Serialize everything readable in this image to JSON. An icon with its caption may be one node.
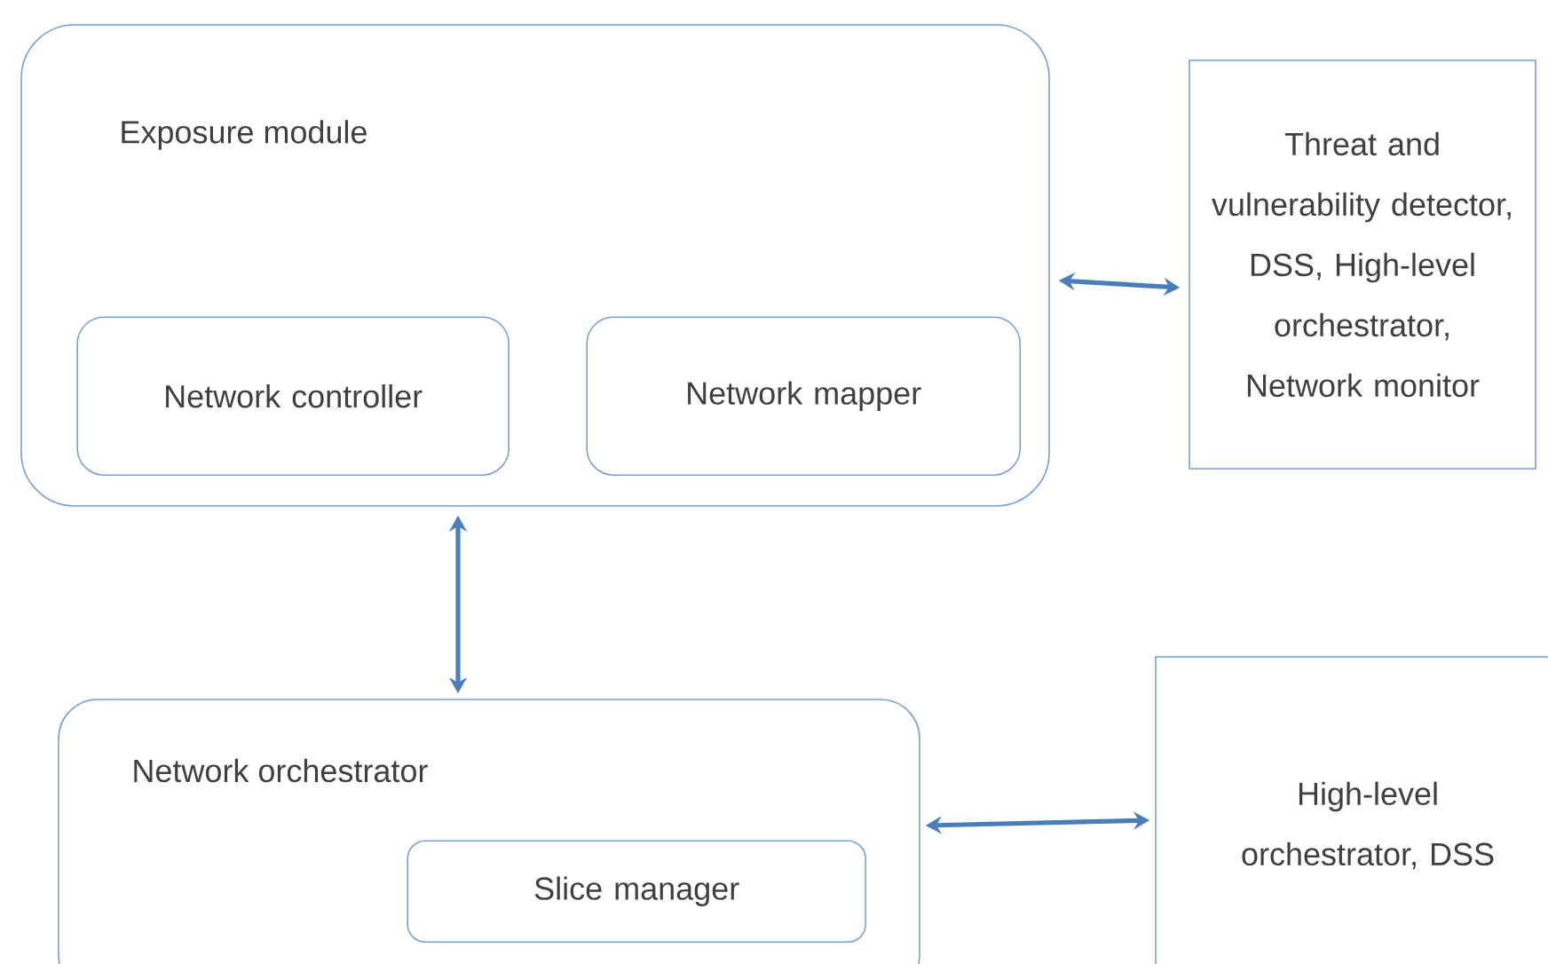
{
  "diagram": {
    "nodes": [
      {
        "text": [
          "Exposure module"
        ]
      },
      {
        "text": [
          "Network controller"
        ],
        "in": 0
      },
      {
        "text": [
          "Network mapper"
        ],
        "in": 0
      },
      {
        "text": [
          "Threat and vulnerability detector, DSS, High-level orchestrator, Network monitor"
        ]
      },
      {
        "text": [
          "Network orchestrator"
        ]
      },
      {
        "text": [
          "Slice manager"
        ],
        "in": 4
      },
      {
        "text": [
          "High-level orchestrator, DSS"
        ]
      }
    ],
    "edges": [
      {
        "from": 0,
        "to": 3,
        "arrow": "both"
      },
      {
        "from": 0,
        "to": 4,
        "arrow": "both"
      },
      {
        "from": 4,
        "to": 6,
        "arrow": "both"
      }
    ]
  }
}
